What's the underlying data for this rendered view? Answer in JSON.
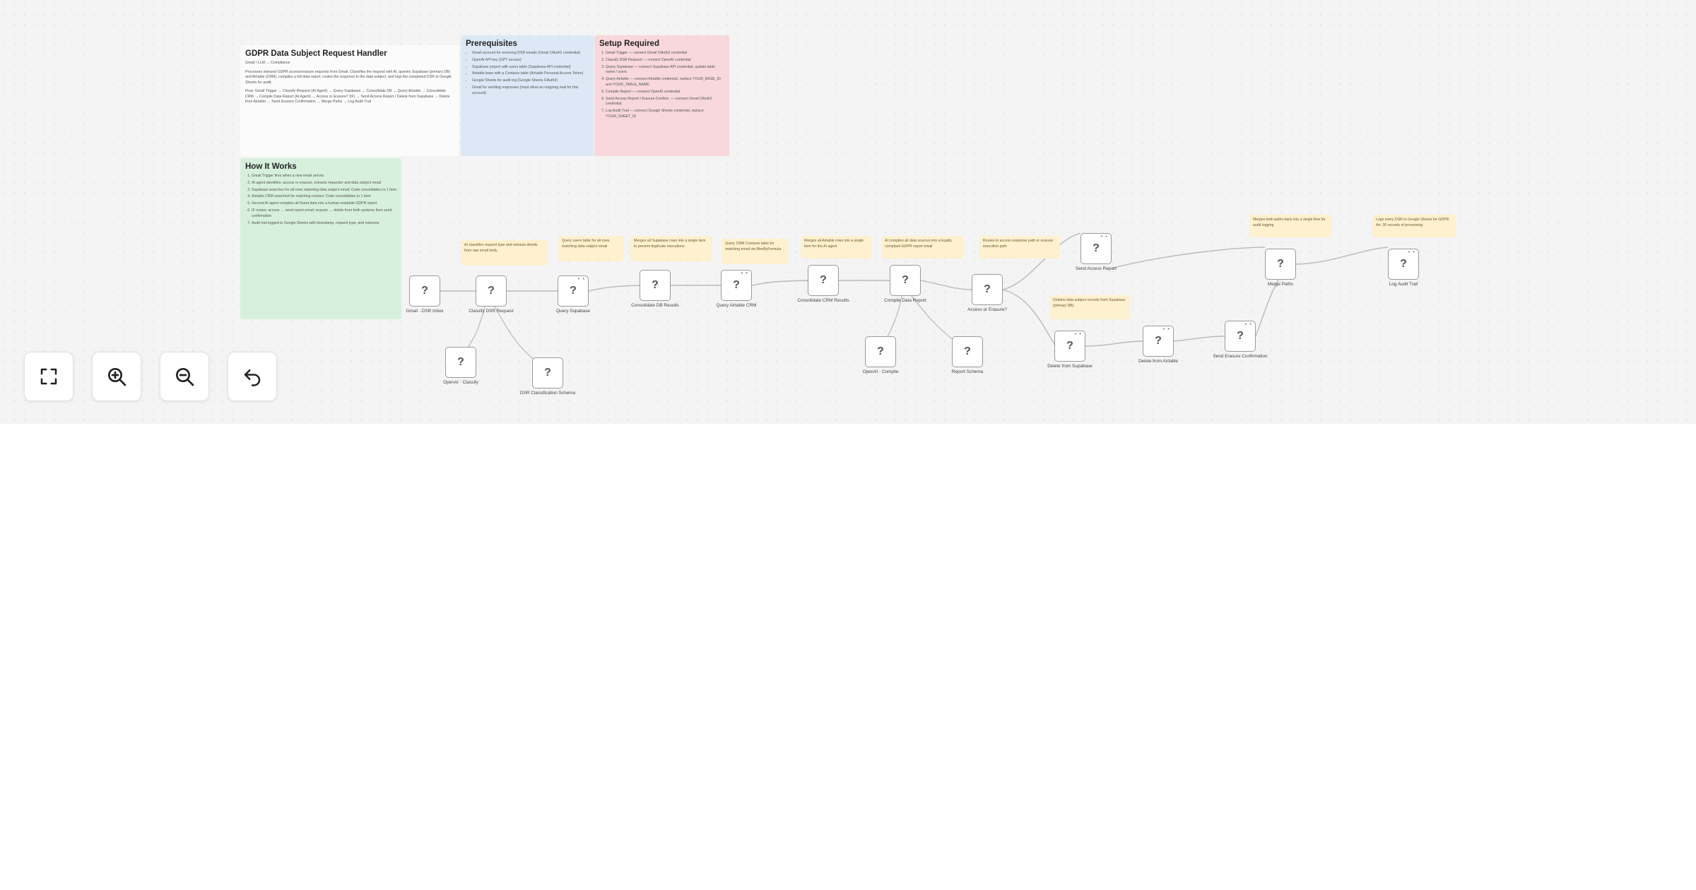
{
  "stickies": {
    "overview": {
      "title": "GDPR Data Subject Request Handler",
      "subtitle": "Gmail / LLM → Compliance",
      "paragraph1": "Processes inbound GDPR access/erasure requests from Gmail. Classifies the request with AI, queries Supabase (primary DB) and Airtable (CRM), compiles a full data report, routes the response to the data subject, and logs the completed DSR to Google Sheets for audit.",
      "paragraph2": "Flow: Gmail Trigger → Classify Request (AI Agent) → Query Supabase → Consolidate DB → Query Airtable → Consolidate CRM → Compile Data Report (AI Agent) → Access or Erasure? (IF) → Send Access Report / Delete from Supabase → Delete from Airtable → Send Erasure Confirmation → Merge Paths → Log Audit Trail"
    },
    "prereq": {
      "title": "Prerequisites",
      "items": [
        "Gmail account for receiving DSR emails (Gmail OAuth2 credential)",
        "OpenAI API key (GPT access)",
        "Supabase project with users table (Supabase API credential)",
        "Airtable base with a Contacts table (Airtable Personal Access Token)",
        "Google Sheets for audit log (Google Sheets OAuth2)",
        "Gmail for sending responses (must allow an outgoing mail for this account)"
      ]
    },
    "setup": {
      "title": "Setup Required",
      "items": [
        "Gmail Trigger — connect Gmail OAuth2 credential",
        "Classify DSR Request — connect OpenAI credential",
        "Query Supabase — connect Supabase API credential, update table name / users",
        "Query Airtable — connect Airtable credential, replace YOUR_BASE_ID and YOUR_TABLE_NAME",
        "Compile Report — connect OpenAI credential",
        "Send Access Report / Erasure Confirm. — connect Gmail OAuth2 credential",
        "Log Audit Trail — connect Google Sheets credential, replace YOUR_SHEET_ID"
      ]
    },
    "how": {
      "title": "How It Works",
      "items": [
        "Gmail Trigger fires when a new email arrives",
        "AI agent identifies: access or erasure, extracts requester and data subject email",
        "Supabase searches for all rows matching data subject email; Code consolidates to 1 item",
        "Airtable CRM searched for matching contact; Code consolidates to 1 item",
        "Second AI agent compiles all found data into a human-readable GDPR report",
        "IF routes: access → send report email; erasure → delete from both systems then send confirmation",
        "Audit trail logged to Google Sheets with timestamp, request type, and outcome"
      ]
    }
  },
  "notes": [
    "AI classifies request type and extracts details from raw email body",
    "Query users table for all rows matching data subject email",
    "Merges all Supabase rows into a single item to prevent duplicate executions",
    "Query CRM Contacts table for matching email via filterByFormula",
    "Merges all Airtable rows into a single item for the AI agent",
    "AI compiles all data sources into a legally compliant GDPR report email",
    "Routes to access response path or erasure execution path",
    "Deletes data subject records from Supabase (primary DB)",
    "Merges both paths back into a single flow for audit logging",
    "Logs every DSR to Google Sheets for GDPR Art. 30 records of processing"
  ],
  "nodes": [
    {
      "label": "Gmail · DSR Inbox",
      "badge": ""
    },
    {
      "label": "Classify DSR Request",
      "badge": ""
    },
    {
      "label": "OpenAI · Classify",
      "badge": ""
    },
    {
      "label": "DSR Classification Schema",
      "badge": ""
    },
    {
      "label": "Query Supabase",
      "badge": "* *"
    },
    {
      "label": "Consolidate DB Results",
      "badge": ""
    },
    {
      "label": "Query Airtable CRM",
      "badge": "* *"
    },
    {
      "label": "Consolidate CRM Results",
      "badge": ""
    },
    {
      "label": "Compile Data Report",
      "badge": ""
    },
    {
      "label": "OpenAI · Compile",
      "badge": ""
    },
    {
      "label": "Report Schema",
      "badge": ""
    },
    {
      "label": "Access or Erasure?",
      "badge": ""
    },
    {
      "label": "Send Access Report",
      "badge": "* *"
    },
    {
      "label": "Delete from Supabase",
      "badge": "* *"
    },
    {
      "label": "Delete from Airtable",
      "badge": "* *"
    },
    {
      "label": "Send Erasure Confirmation",
      "badge": "* *"
    },
    {
      "label": "Merge Paths",
      "badge": ""
    },
    {
      "label": "Log Audit Trail",
      "badge": "* *"
    }
  ],
  "controls": [
    {
      "name": "fit-view-button",
      "icon": "expand-icon"
    },
    {
      "name": "zoom-in-button",
      "icon": "zoom-in-icon"
    },
    {
      "name": "zoom-out-button",
      "icon": "zoom-out-icon"
    },
    {
      "name": "undo-button",
      "icon": "undo-icon"
    }
  ]
}
